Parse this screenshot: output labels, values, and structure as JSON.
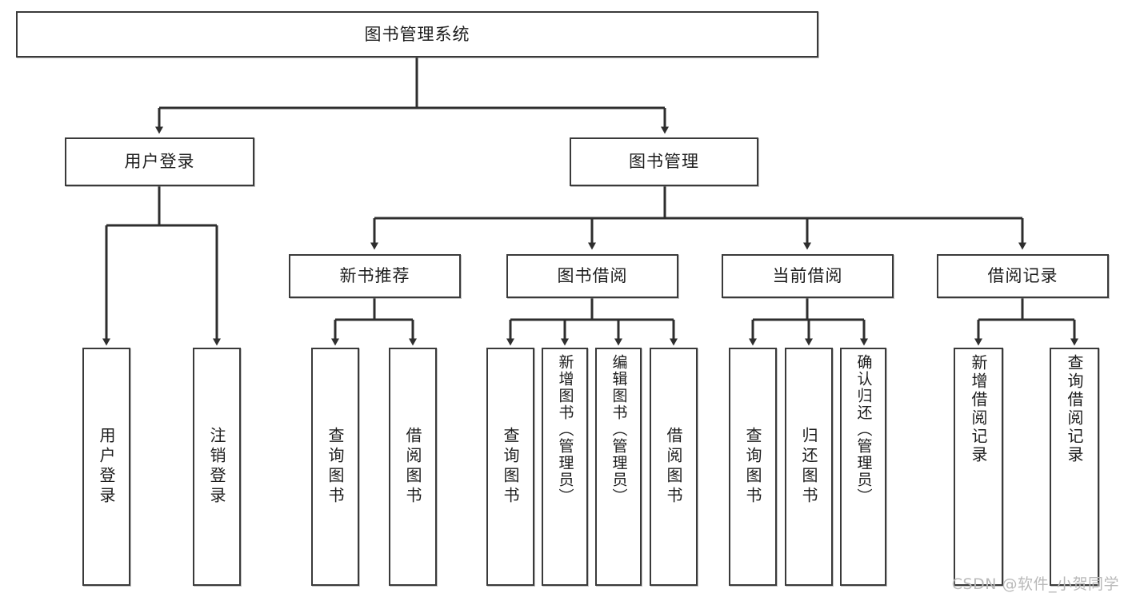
{
  "diagram": {
    "title": "图书管理系统",
    "type": "hierarchy-tree",
    "watermark": "CSDN @软件_小贺同学",
    "colors": {
      "background": "#ffffff",
      "node_border": "#3a3a3a",
      "node_fill": "#ffffff",
      "connector": "#2e2e2e",
      "text": "#1d1d1d",
      "watermark": "#b9b9b9"
    },
    "nodes": {
      "root": {
        "label": "图书管理系统"
      },
      "level2": [
        {
          "id": "user-login",
          "label": "用户登录"
        },
        {
          "id": "book-manage",
          "label": "图书管理"
        }
      ],
      "level3": [
        {
          "id": "new-book-recommend",
          "label": "新书推荐"
        },
        {
          "id": "book-borrow",
          "label": "图书借阅"
        },
        {
          "id": "current-borrow",
          "label": "当前借阅"
        },
        {
          "id": "borrow-record",
          "label": "借阅记录"
        }
      ],
      "leaves": {
        "user-login": [
          {
            "id": "leaf-user-login",
            "label": "用户登录"
          },
          {
            "id": "leaf-logout",
            "label": "注销登录"
          }
        ],
        "new-book-recommend": [
          {
            "id": "leaf-query-book-1",
            "label": "查询图书"
          },
          {
            "id": "leaf-borrow-book-1",
            "label": "借阅图书"
          }
        ],
        "book-borrow": [
          {
            "id": "leaf-query-book-2",
            "label": "查询图书"
          },
          {
            "id": "leaf-add-book",
            "label": "新增图书（管理员）"
          },
          {
            "id": "leaf-edit-book",
            "label": "编辑图书（管理员）"
          },
          {
            "id": "leaf-borrow-book-2",
            "label": "借阅图书"
          }
        ],
        "current-borrow": [
          {
            "id": "leaf-query-book-3",
            "label": "查询图书"
          },
          {
            "id": "leaf-return-book",
            "label": "归还图书"
          },
          {
            "id": "leaf-confirm-return",
            "label": "确认归还（管理员）"
          }
        ],
        "borrow-record": [
          {
            "id": "leaf-add-record",
            "label": "新增借阅记录"
          },
          {
            "id": "leaf-query-record",
            "label": "查询借阅记录"
          }
        ]
      }
    }
  }
}
